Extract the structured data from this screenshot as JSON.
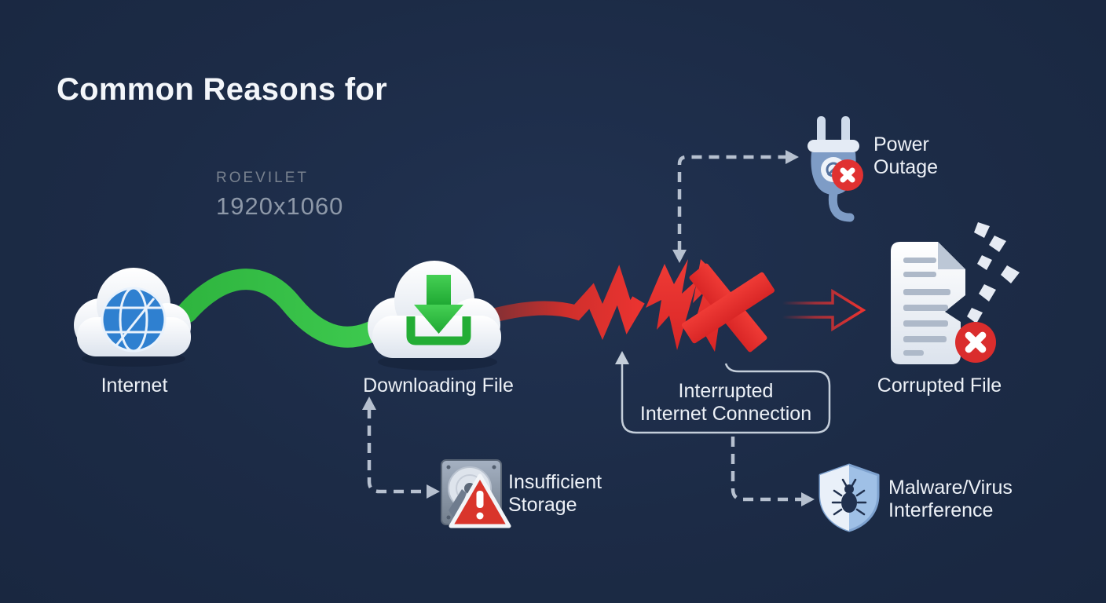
{
  "title": "Common Reasons for",
  "watermark": {
    "brand": "ROEVILET",
    "resolution": "1920x1060"
  },
  "nodes": {
    "internet": {
      "label": "Internet",
      "icon": "cloud-globe-icon"
    },
    "downloading": {
      "label": "Downloading File",
      "icon": "cloud-download-icon"
    },
    "corrupted": {
      "label": "Corrupted File",
      "icon": "broken-document-error-icon"
    }
  },
  "causes": {
    "power": {
      "line1": "Power",
      "line2": "Outage",
      "icon": "power-plug-error-icon"
    },
    "storage": {
      "line1": "Insufficient",
      "line2": "Storage",
      "icon": "hard-drive-warning-icon"
    },
    "connection": {
      "line1": "Interrupted",
      "line2": "Internet Connection",
      "icon": "callout-box"
    },
    "malware": {
      "line1": "Malware/Virus",
      "line2": "Interference",
      "icon": "shield-bug-icon"
    }
  },
  "connectors": {
    "good_flow": "green-wave-ribbon",
    "failing_flow": "red-zigzag-ribbon",
    "break": "red-lightning-break",
    "blocked": "red-x-mark",
    "result": "red-outline-arrow",
    "cause_links": "gray-dashed-arrows"
  },
  "colors": {
    "background": "#1c2b46",
    "title_text": "#f3f6fa",
    "label_text": "#edf1f7",
    "watermark_text": "#79828f",
    "green_flow": "#38c14a",
    "red_flow": "#e23030",
    "error_red": "#da2d2d",
    "dashed_connector": "#b6c0cf",
    "cloud_white": "#ffffff",
    "globe_blue": "#2f80d0",
    "plug_blue": "#7e9cc6",
    "shield_blue": "#9fc0e6",
    "drive_gray": "#8b97a8",
    "warning_red": "#d9352b"
  }
}
